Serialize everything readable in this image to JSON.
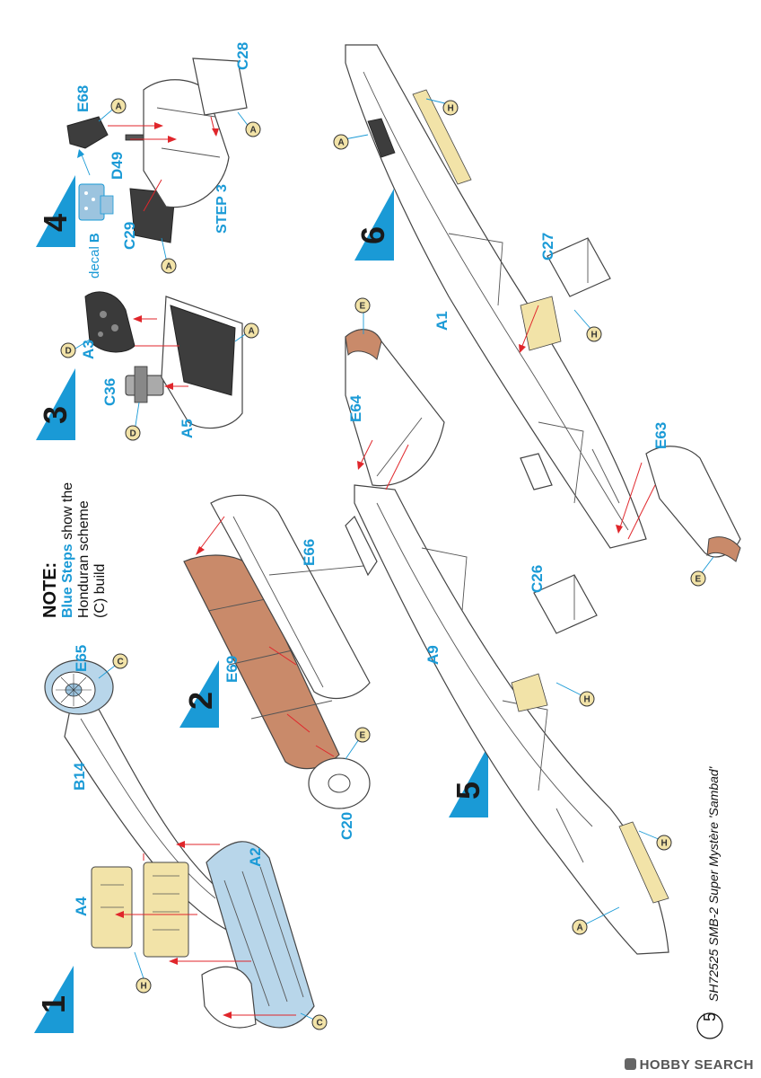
{
  "steps": {
    "s1": "1",
    "s2": "2",
    "s3": "3",
    "s4": "4",
    "s5": "5",
    "s6": "6"
  },
  "note": {
    "title": "NOTE:",
    "line1_blue": "Blue Steps",
    "line1_rest": " show the",
    "line2": "Honduran scheme",
    "line3": "(C) build"
  },
  "parts": {
    "A4": "A4",
    "B14": "B14",
    "E65": "E65",
    "A2": "A2",
    "E69": "E69",
    "E66": "E66",
    "C20": "C20",
    "C36": "C36",
    "A3": "A3",
    "A5": "A5",
    "C29": "C29",
    "D49": "D49",
    "E68": "E68",
    "C28": "C28",
    "A9": "A9",
    "C26": "C26",
    "E64": "E64",
    "A1": "A1",
    "C27": "C27",
    "E63": "E63"
  },
  "decal": {
    "word": "decal",
    "letter": "B"
  },
  "step3_ref": "STEP 3",
  "sprue_codes": {
    "h1": "H",
    "c1": "C",
    "c2": "C",
    "e1": "E",
    "d1": "D",
    "d2": "D",
    "a1": "A",
    "a2": "A",
    "a3": "A",
    "a4": "A",
    "h2": "H",
    "a5": "A",
    "h3": "H",
    "e2": "E",
    "a6": "A",
    "h4": "H",
    "h5": "H",
    "e3": "E"
  },
  "footer": {
    "page_number": "5",
    "title": "SH72525 SMB-2 Super Mystère 'Sambad'"
  },
  "watermark": "HOBBY SEARCH",
  "colors": {
    "blue": "#1a9ad6",
    "red_arrow": "#e0262b",
    "copper": "#c98a6a",
    "clear_part": "#b8d6ea",
    "yellow_part": "#f2e3a8",
    "dark_part": "#333333"
  }
}
